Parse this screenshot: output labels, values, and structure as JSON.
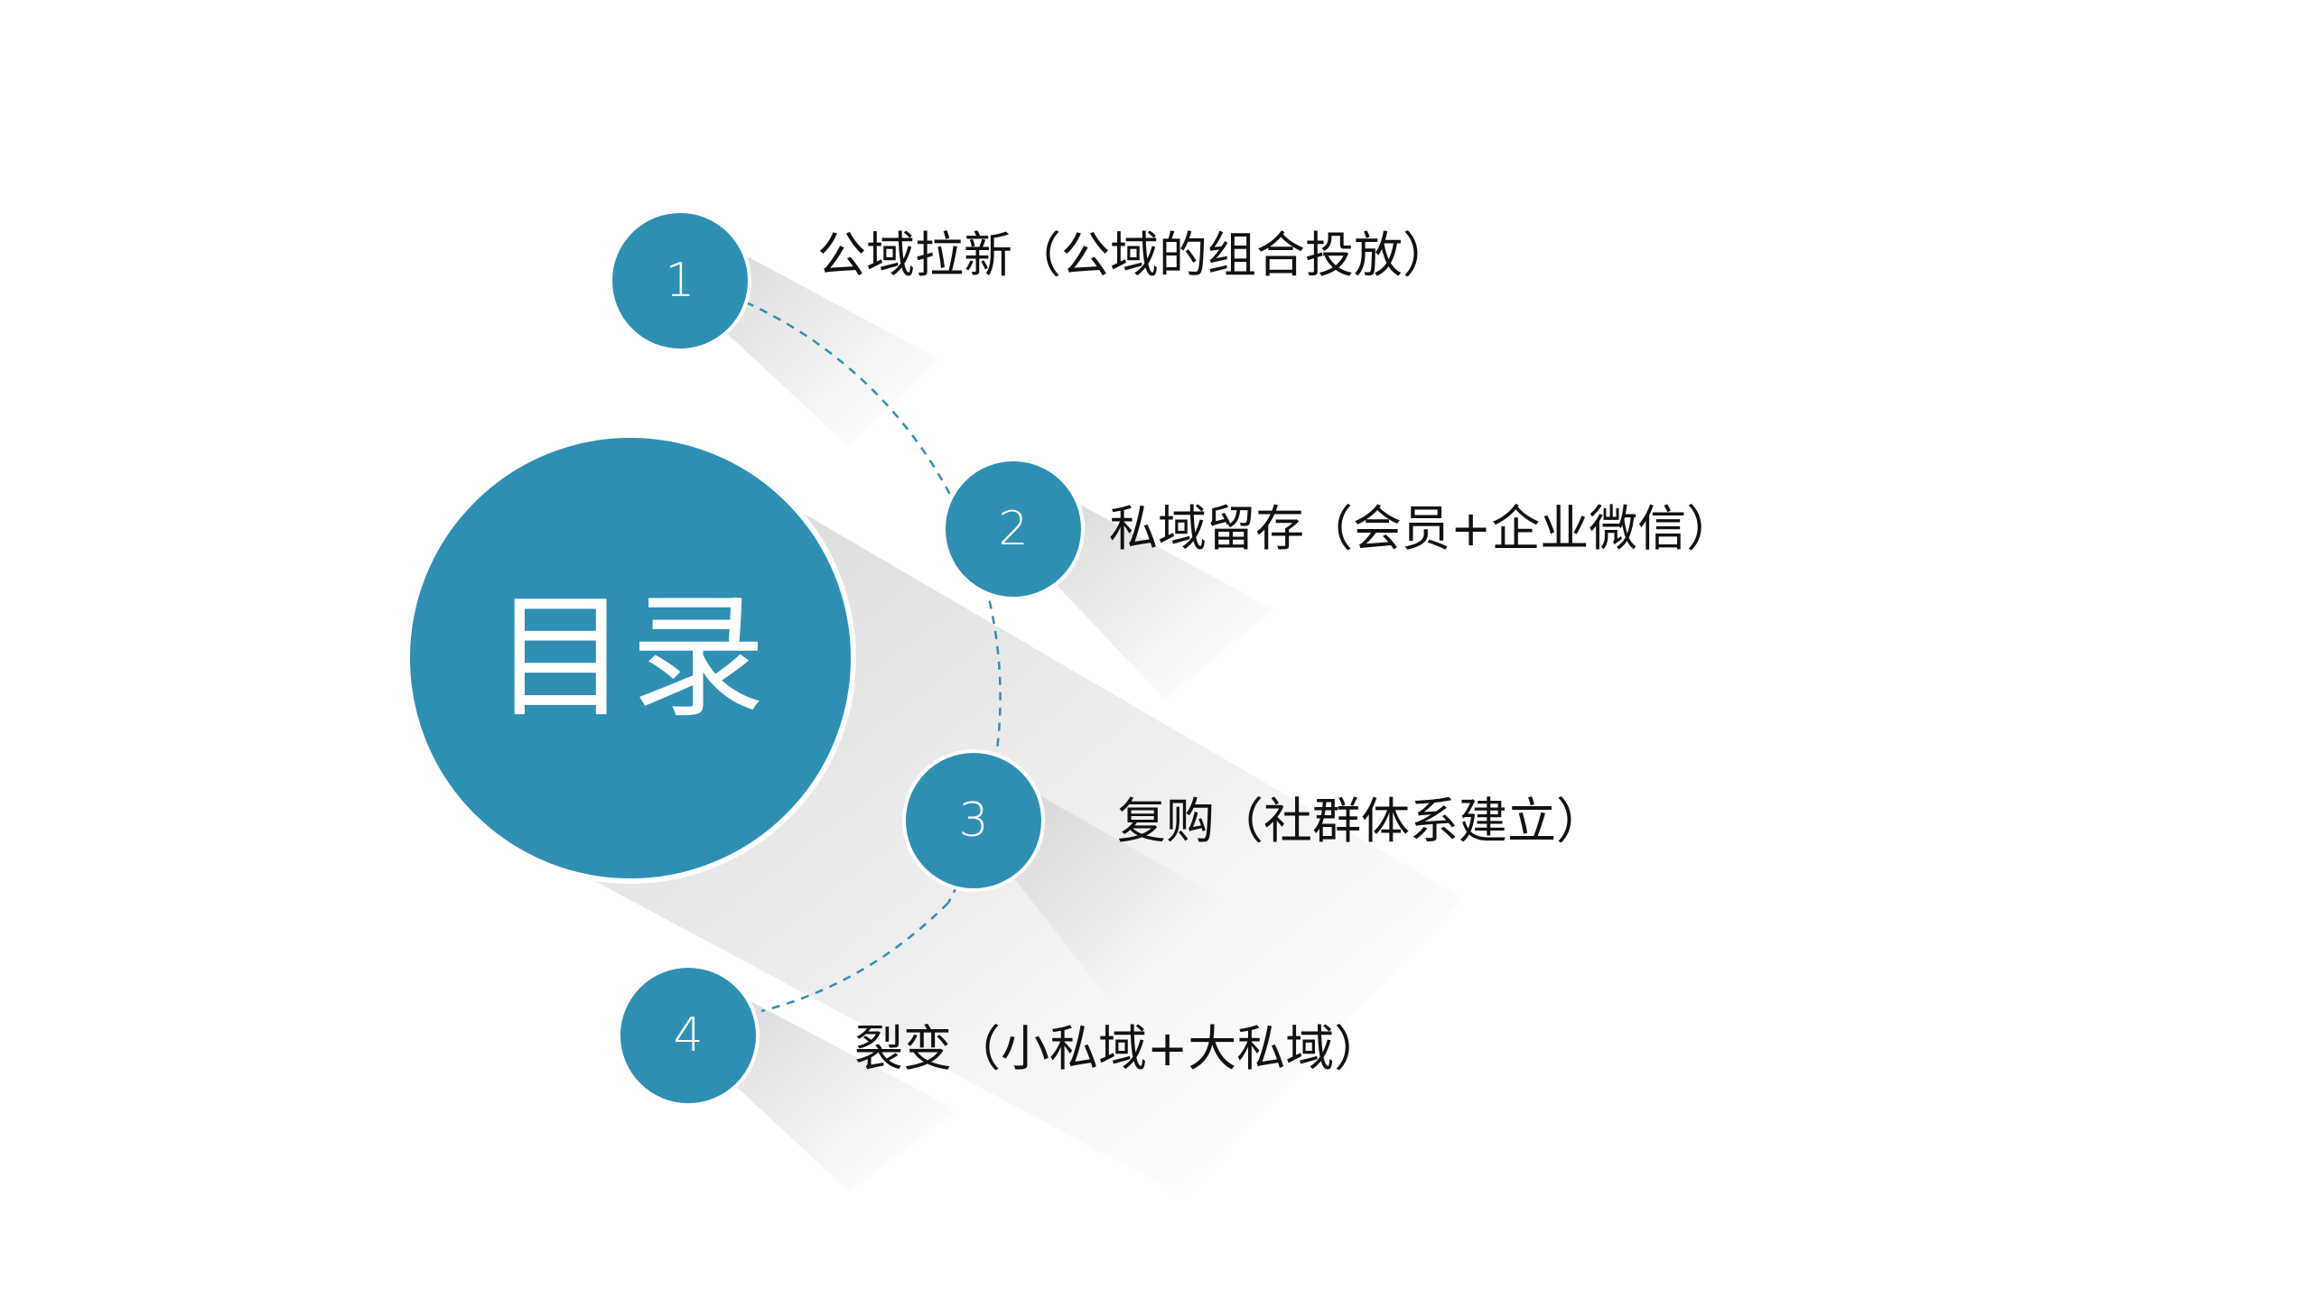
{
  "title": "目录",
  "colors": {
    "accent": "#2E8FB3",
    "shadow": "#D9D9D9",
    "text": "#111111",
    "background": "#FFFFFF"
  },
  "items": [
    {
      "number": "1",
      "label": "公域拉新（公域的组合投放）"
    },
    {
      "number": "2",
      "label": "私域留存（会员+企业微信）"
    },
    {
      "number": "3",
      "label": "复购（社群体系建立）"
    },
    {
      "number": "4",
      "label": "裂变（小私域+大私域）"
    }
  ]
}
